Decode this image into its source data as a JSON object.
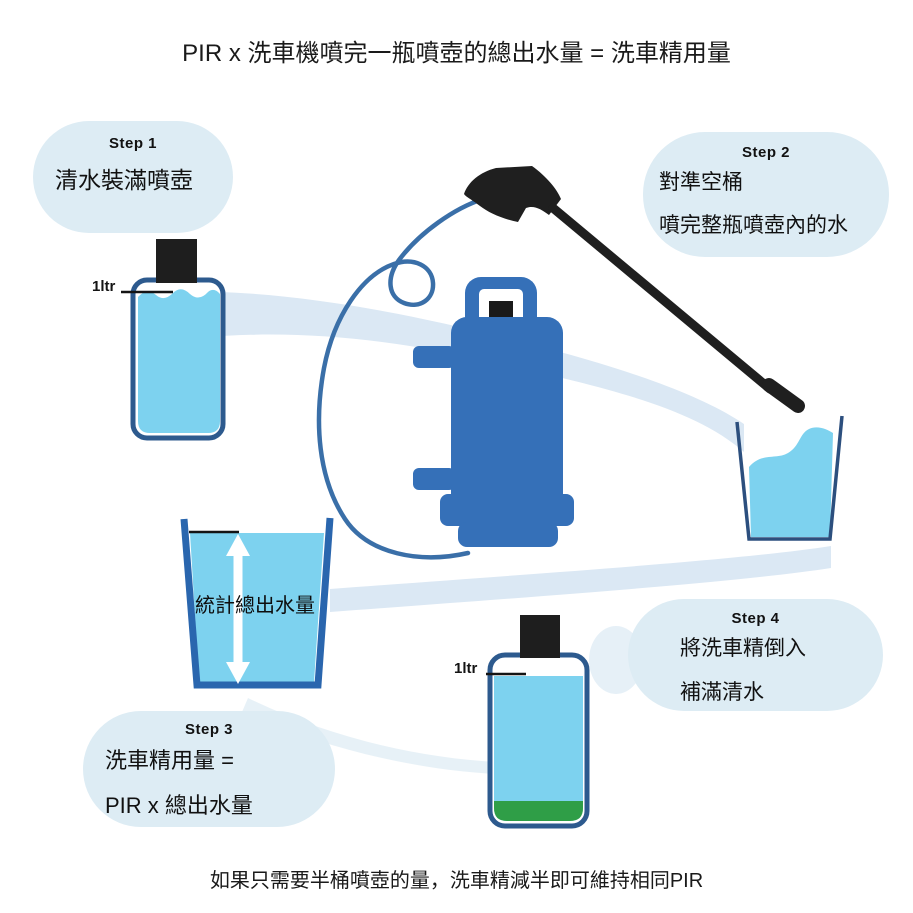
{
  "title": "PIR x 洗車機噴完一瓶噴壺的總出水量 = 洗車精用量",
  "footer": "如果只需要半桶噴壺的量，洗車精減半即可維持相同PIR",
  "steps": [
    {
      "label": "Step 1",
      "line1": "清水裝滿噴壺",
      "line2": ""
    },
    {
      "label": "Step 2",
      "line1": "對準空桶",
      "line2": "噴完整瓶噴壺內的水"
    },
    {
      "label": "Step 3",
      "line1": "洗車精用量 =",
      "line2": "PIR x 總出水量"
    },
    {
      "label": "Step 4",
      "line1": "將洗車精倒入",
      "line2": "補滿清水"
    }
  ],
  "labels": {
    "bottle1_volume": "1ltr",
    "bottle2_volume": "1ltr",
    "bucket_measure": "統計總出水量"
  },
  "colors": {
    "machine_blue": "#3570b8",
    "water_blue": "#7dd2ef",
    "hose_blue": "#3a6fa8",
    "bottle_outline": "#2d5a8e",
    "bucket_outline_thin": "#2c4f7e",
    "bucket_outline_thick": "#2a66ae",
    "detergent_green": "#2f9e47",
    "bubble_bg": "#ddecf4",
    "flow_band": "#dbe8f4",
    "gun_black": "#1f1f1f"
  }
}
